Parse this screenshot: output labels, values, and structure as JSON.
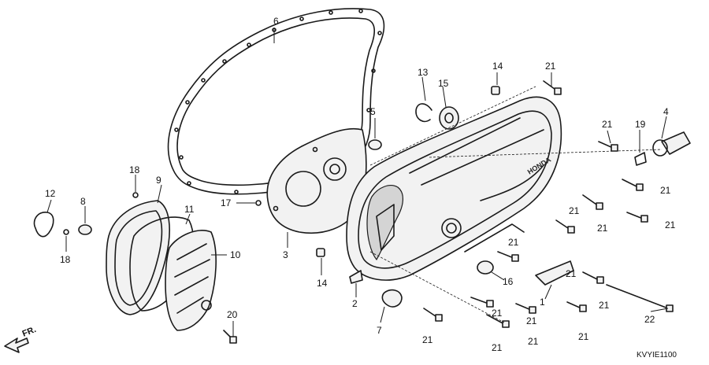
{
  "callouts": {
    "p1": "1",
    "p2": "2",
    "p3": "3",
    "p4": "4",
    "p5": "5",
    "p6": "6",
    "p7": "7",
    "p8": "8",
    "p9": "9",
    "p10": "10",
    "p11": "11",
    "p12": "12",
    "p13": "13",
    "p14a": "14",
    "p14b": "14",
    "p15": "15",
    "p16": "16",
    "p17": "17",
    "p18a": "18",
    "p18b": "18",
    "p19": "19",
    "p20": "20",
    "p21a": "21",
    "p21b": "21",
    "p21c": "21",
    "p21d": "21",
    "p21e": "21",
    "p21f": "21",
    "p21g": "21",
    "p21h": "21",
    "p21i": "21",
    "p21j": "21",
    "p21k": "21",
    "p21l": "21",
    "p21m": "21",
    "p21n": "21",
    "p21o": "21",
    "p22": "22"
  },
  "direction_label": "FR.",
  "emblem_text": "HONDA",
  "diagram_code": "KVYIE1100",
  "icons": {
    "direction": "fr-arrow-icon"
  }
}
